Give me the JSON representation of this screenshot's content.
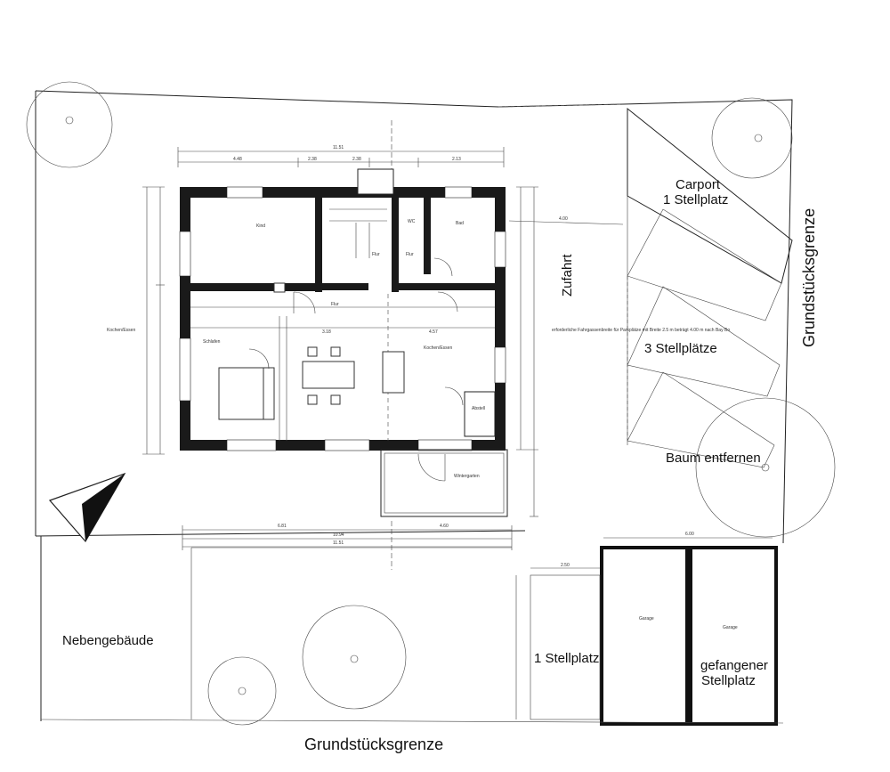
{
  "labels": {
    "carport_title": "Carport",
    "carport_sub": "1 Stellplatz",
    "stellplaetze": "3 Stellplätze",
    "zufahrt": "Zufahrt",
    "baum": "Baum entfernen",
    "nebengebaeude": "Nebengebäude",
    "stellplatz_single": "1 Stellplatz",
    "gefangener_1": "gefangener",
    "gefangener_2": "Stellplatz",
    "grenze_bottom": "Grundstücksgrenze",
    "grenze_right": "Grundstücksgrenze"
  },
  "rooms": {
    "kind": "Kind",
    "bad": "Bad",
    "wc": "WC",
    "flur1": "Flur",
    "flur2": "Flur",
    "flur3": "Flur",
    "schlafen": "Schlafen",
    "kochen": "Kochen/Essen",
    "abstell": "Abstell",
    "wintergarten": "Wintergarten",
    "garage": "Garage",
    "garage2": "Garage",
    "kochen_left": "Kochen/Essen"
  },
  "dims": {
    "top_total": "11.51",
    "top_a": "4.48",
    "top_b": "2.38",
    "top_c": "2.38",
    "top_d": "2.13",
    "bottom_total": "11.51",
    "bottom_a": "6.81",
    "bottom_b": "10.94",
    "bottom_c": "4.60",
    "inner_a": "3.18",
    "inner_b": "4.57",
    "park_width": "6.00",
    "stell_width": "2.50",
    "zufahrt_width": "4.00"
  },
  "notes": {
    "parking_note": "erforderliche Fahrgassenbreite für Parkplätze mit Breite 2.5 m beträgt 4.00 m nach Bay Bo"
  }
}
